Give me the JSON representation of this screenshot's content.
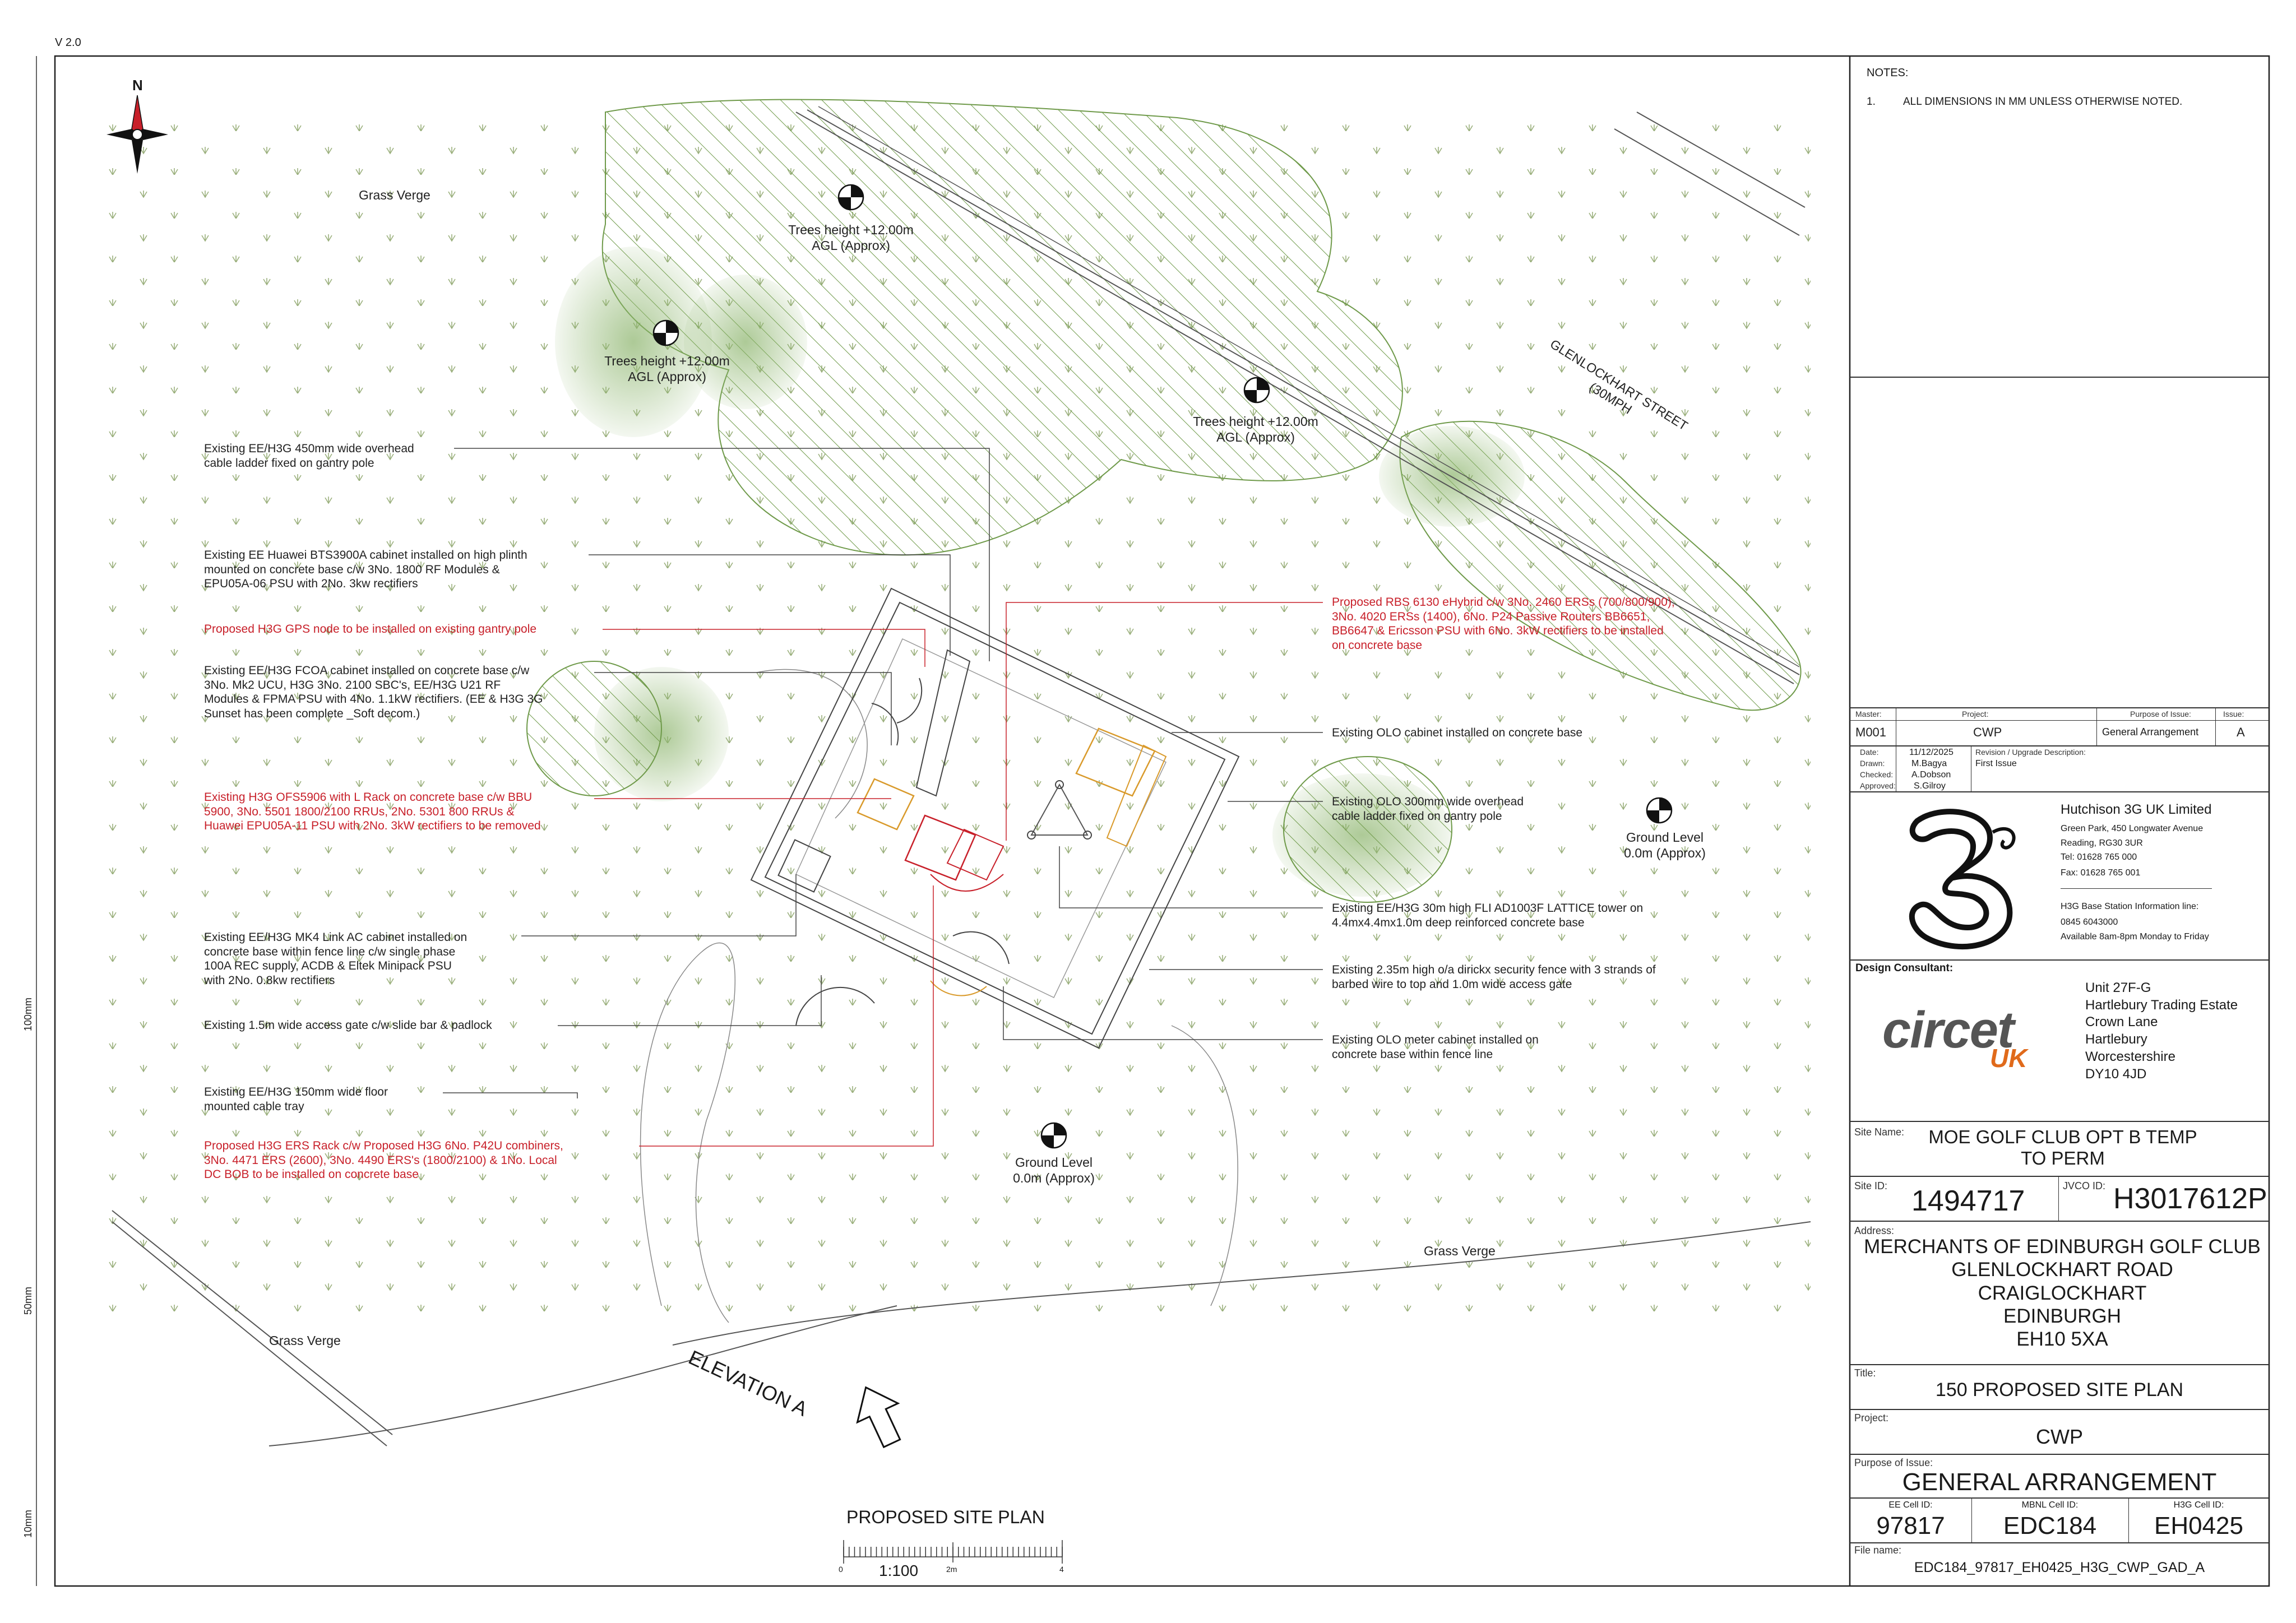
{
  "version": "V 2.0",
  "notes": {
    "heading": "NOTES:",
    "items": [
      {
        "num": "1.",
        "text": "ALL DIMENSIONS IN MM UNLESS OTHERWISE NOTED."
      }
    ]
  },
  "compass": {
    "letter": "N"
  },
  "map_labels": {
    "grass_verge_1": "Grass Verge",
    "grass_verge_2": "Grass Verge",
    "grass_verge_3": "Grass Verge",
    "tree_1": "Trees height +12.00m\nAGL (Approx)",
    "tree_2": "Trees height +12.00m\nAGL (Approx)",
    "tree_3": "Trees height +12.00m\nAGL (Approx)",
    "street": "GLENLOCKHART STREET\n(30MPH",
    "ground_1": "Ground Level\n0.0m (Approx)",
    "ground_2": "Ground Level\n0.0m (Approx)",
    "elevation": "ELEVATION A"
  },
  "annotations_left": [
    {
      "text": "Existing EE/H3G 450mm wide overhead\ncable ladder fixed on gantry pole",
      "red": false
    },
    {
      "text": "Existing EE Huawei BTS3900A cabinet installed on high plinth\nmounted on concrete base c/w 3No. 1800 RF Modules &\nEPU05A-06 PSU with 2No. 3kw rectifiers",
      "red": false
    },
    {
      "text": "Proposed H3G GPS node to be installed on existing gantry pole",
      "red": true
    },
    {
      "text": "Existing EE/H3G FCOA cabinet installed  on concrete base  c/w\n3No. Mk2 UCU, H3G 3No. 2100 SBC's, EE/H3G U21 RF\nModules & FPMA PSU with 4No. 1.1kW rectifiers. (EE & H3G 3G\nSunset has been complete _Soft decom.)",
      "red": false
    },
    {
      "text": "Existing H3G OFS5906 with L Rack on concrete base c/w BBU\n5900, 3No. 5501 1800/2100 RRUs, 2No. 5301 800 RRUs &\nHuawei EPU05A-11 PSU with 2No. 3kW rectifiers to be removed",
      "red": true
    },
    {
      "text": "Existing EE/H3G MK4 Link AC cabinet installed on\nconcrete base within fence line c/w single phase\n100A REC supply, ACDB & Eltek Minipack PSU\nwith 2No. 0.8kw rectifiers",
      "red": false
    },
    {
      "text": "Existing 1.5m  wide access gate c/w slide bar & padlock",
      "red": false
    },
    {
      "text": "Existing EE/H3G 150mm wide floor\nmounted cable tray",
      "red": false
    },
    {
      "text": "Proposed H3G ERS Rack c/w Proposed H3G 6No. P42U combiners,\n3No. 4471 ERS (2600), 3No. 4490 ERS's (1800/2100) & 1No. Local\nDC BOB to be installed on concrete base",
      "red": true
    }
  ],
  "annotations_right": [
    {
      "text": "Proposed RBS 6130 eHybrid c/w 3No. 2460 ERSs (700/800/900),\n3No. 4020 ERSs (1400), 6No. P24 Passive Routers BB6651,\nBB6647 & Ericsson PSU with 6No. 3kW rectifiers to be installed\non concrete base",
      "red": true
    },
    {
      "text": "Existing OLO cabinet installed on concrete base",
      "red": false
    },
    {
      "text": "Existing OLO 300mm wide overhead\ncable ladder fixed on gantry pole",
      "red": false
    },
    {
      "text": "Existing EE/H3G 30m high FLI AD1003F LATTICE tower on\n4.4mx4.4mx1.0m deep reinforced concrete base",
      "red": false
    },
    {
      "text": "Existing 2.35m high o/a dirickx security fence with 3 strands of\nbarbed wire to top and 1.0m wide access gate",
      "red": false
    },
    {
      "text": "Existing OLO meter cabinet installed on\nconcrete base within fence line",
      "red": false
    }
  ],
  "plan_title": "PROPOSED SITE PLAN",
  "scale_bar": {
    "ratio": "1:100",
    "tick_0": "0",
    "tick_mid": "2m",
    "tick_end": "4"
  },
  "side_scale": {
    "m100": "100mm",
    "m50": "50mm",
    "m10": "10mm"
  },
  "title_block": {
    "master_label": "Master:",
    "master": "M001",
    "project_label": "Project:",
    "project": "CWP",
    "purpose_label": "Purpose of Issue:",
    "purpose": "General Arrangement",
    "issue_label": "Issue:",
    "issue": "A",
    "date_label": "Date:",
    "date": "11/12/2025",
    "drawn_label": "Drawn:",
    "drawn": "M.Bagya",
    "checked_label": "Checked:",
    "checked": "A.Dobson",
    "approved_label": "Approved:",
    "approved": "S.Gilroy",
    "revision_label": "Revision / Upgrade Description:",
    "revision": "First Issue",
    "company": {
      "name": "Hutchison 3G UK Limited",
      "address": "Green Park, 450 Longwater Avenue\nReading, RG30 3UR",
      "tel": "Tel: 01628 765 000",
      "fax": "Fax: 01628 765 001",
      "info_label": "H3G Base Station Information line:",
      "info_tel": "0845 6043000",
      "hours": "Available 8am-8pm Monday to Friday"
    },
    "consultant_label": "Design Consultant:",
    "consultant_logo_main": "circet",
    "consultant_logo_sub": "UK",
    "consultant_address": "Unit 27F-G\nHartlebury Trading Estate\nCrown Lane\nHartlebury\nWorcestershire\nDY10 4JD",
    "site_name_label": "Site Name:",
    "site_name": "MOE GOLF CLUB OPT B TEMP\nTO PERM",
    "site_id_label": "Site ID:",
    "site_id": "1494717",
    "jvco_label": "JVCO ID:",
    "jvco": "H3017612P",
    "address_label": "Address:",
    "address": "MERCHANTS OF EDINBURGH GOLF CLUB\nGLENLOCKHART ROAD\nCRAIGLOCKHART\nEDINBURGH\nEH10 5XA",
    "title_label": "Title:",
    "title": "150 PROPOSED SITE PLAN",
    "project2_label": "Project:",
    "project2": "CWP",
    "purpose2_label": "Purpose of Issue:",
    "purpose2": "GENERAL ARRANGEMENT",
    "ee_label": "EE Cell ID:",
    "ee": "97817",
    "mbnl_label": "MBNL Cell ID:",
    "mbnl": "EDC184",
    "h3g_label": "H3G Cell ID:",
    "h3g": "EH0425",
    "file_label": "File name:",
    "file": "EDC184_97817_EH0425_H3G_CWP_GAD_A"
  },
  "colors": {
    "red": "#c8202a",
    "green": "#6f9a4a",
    "orange": "#d99a2b",
    "line": "#333333"
  }
}
